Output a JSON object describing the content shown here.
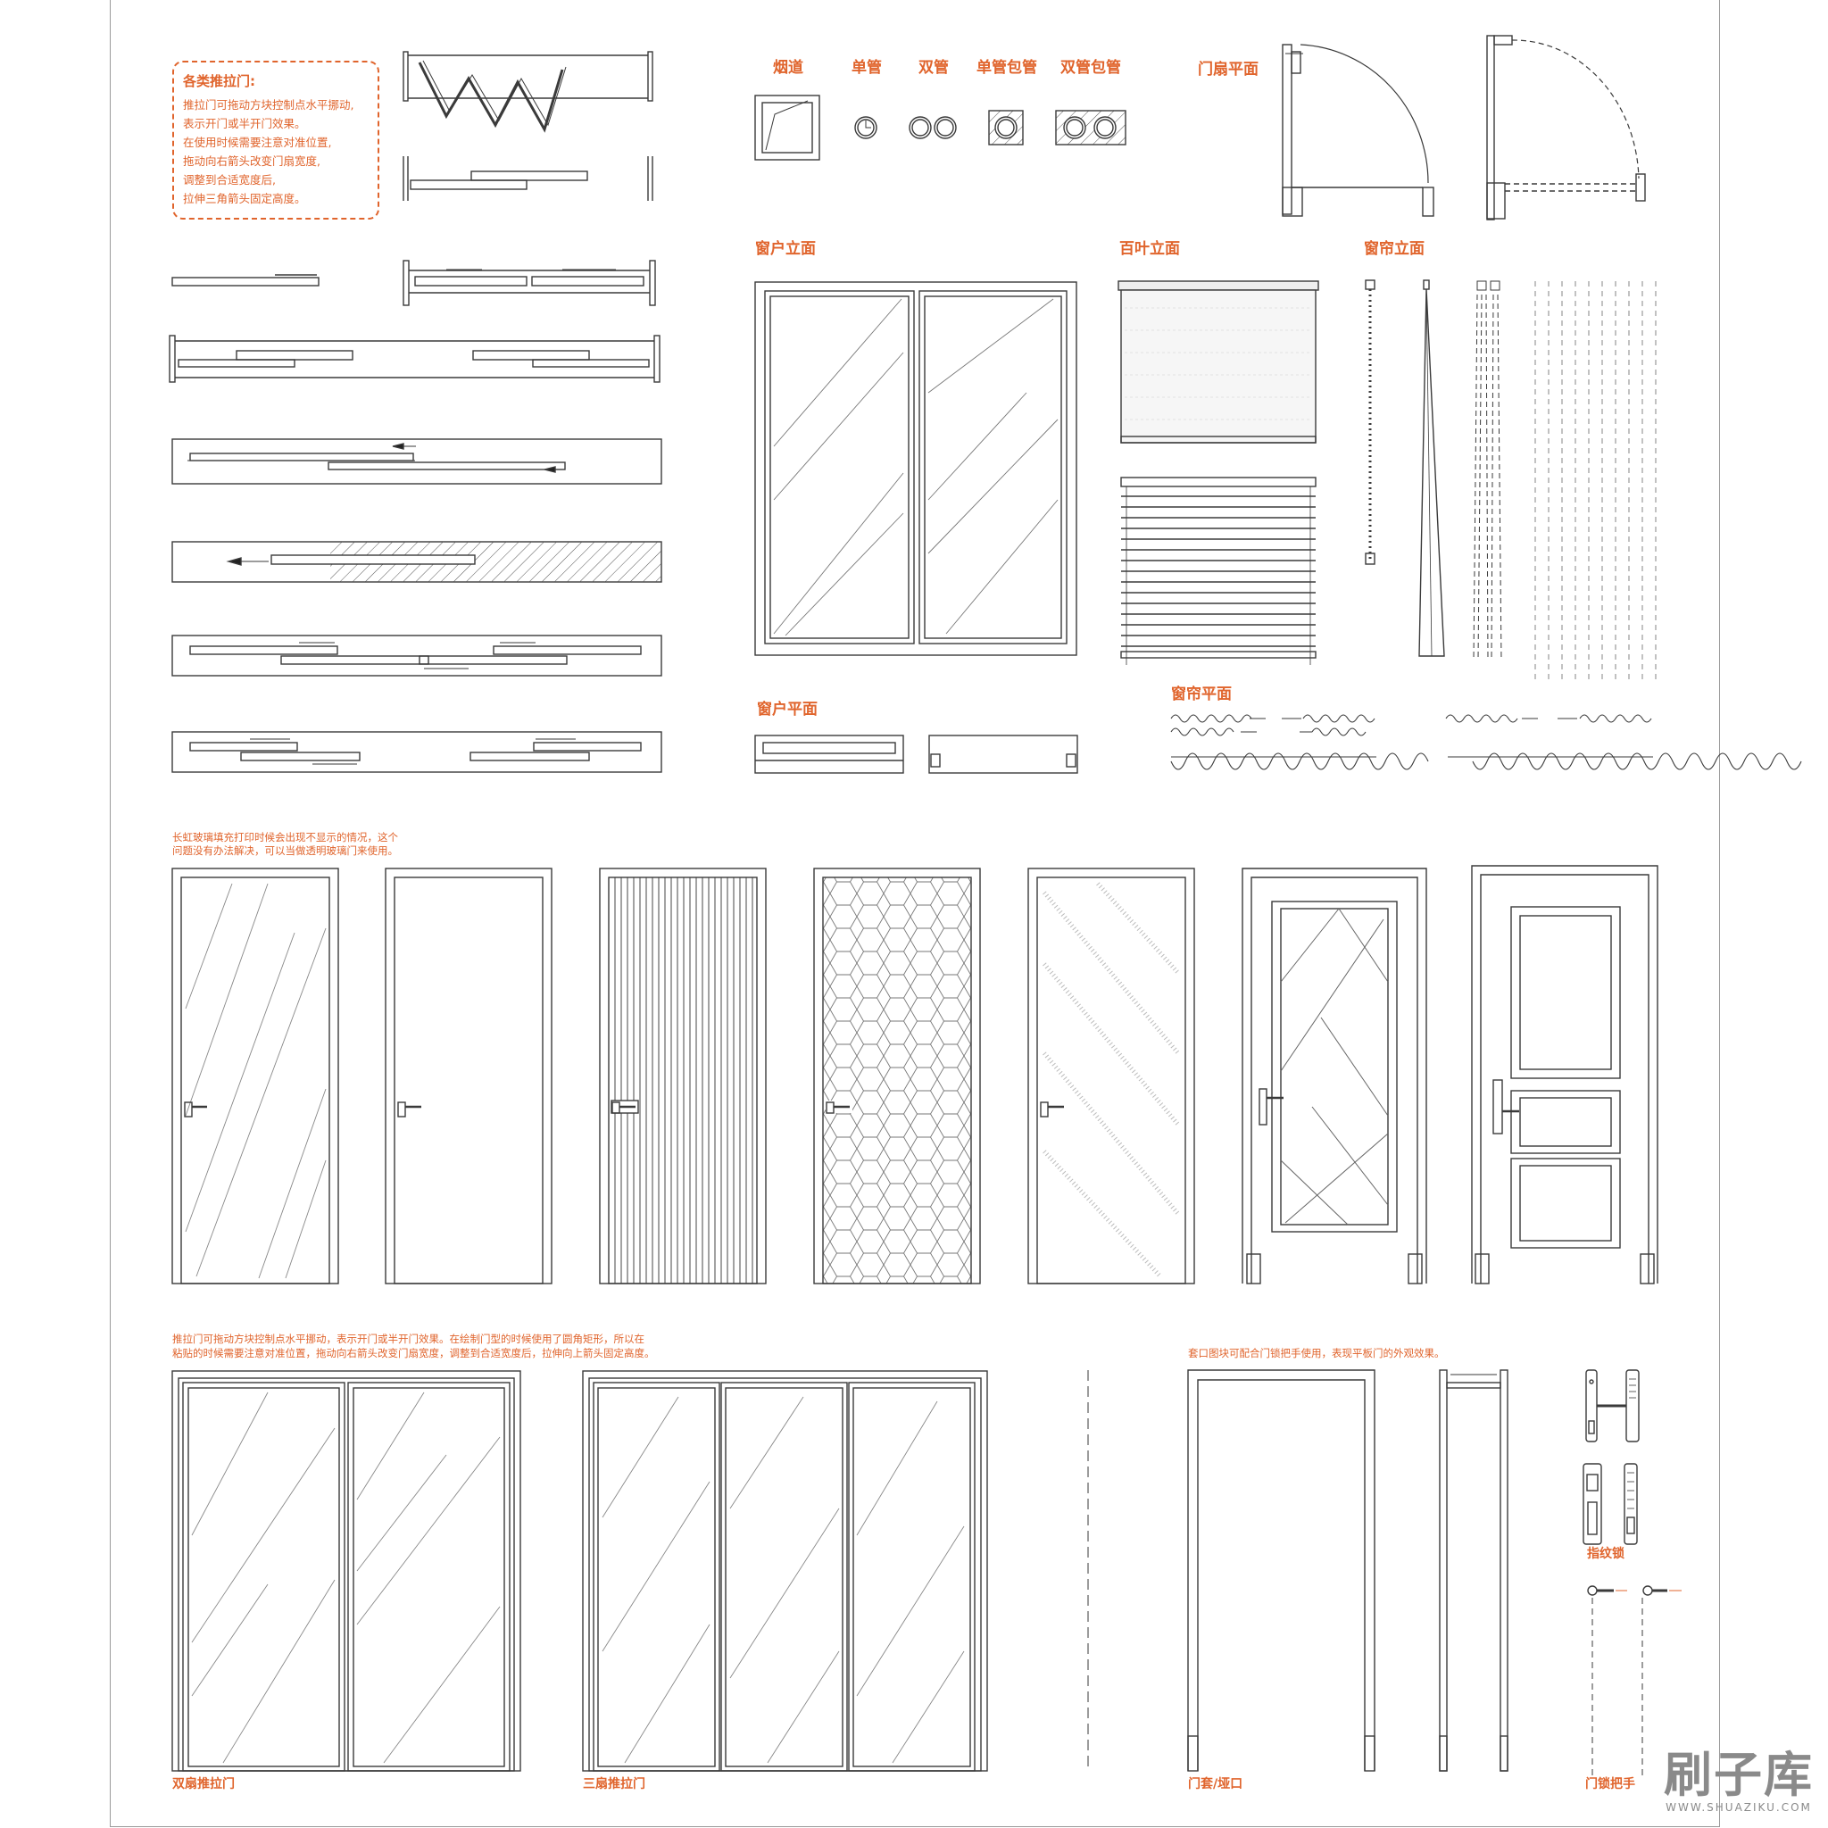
{
  "note_box": {
    "title": "各类推拉门:",
    "lines": [
      "推拉门可拖动方块控制点水平挪动,",
      "表示开门或半开门效果。",
      "在使用时候需要注意对准位置,",
      "拖动向右箭头改变门扇宽度,",
      "调整到合适宽度后,",
      "拉伸三角箭头固定高度。"
    ]
  },
  "labels": {
    "flue": "烟道",
    "single_pipe": "单管",
    "double_pipe": "双管",
    "single_pipe_wrap": "单管包管",
    "double_pipe_wrap": "双管包管",
    "door_leaf_plan": "门扇平面",
    "window_elevation": "窗户立面",
    "blind_elevation": "百叶立面",
    "curtain_elevation": "窗帘立面",
    "window_plan": "窗户平面",
    "curtain_plan": "窗帘平面",
    "fingerprint_lock": "指纹锁",
    "double_sliding_door": "双扇推拉门",
    "triple_sliding_door": "三扇推拉门",
    "door_frame": "门套/垭口",
    "door_handle": "门锁把手"
  },
  "notes": {
    "glass_line1": "长虹玻璃填充打印时候会出现不显示的情况，这个",
    "glass_line2": "问题没有办法解决，可以当做透明玻璃门来使用。",
    "sliding_line1": "推拉门可拖动方块控制点水平挪动，表示开门或半开门效果。在绘制门型的时候使用了圆角矩形，所以在",
    "sliding_line2": "粘贴的时候需要注意对准位置，拖动向右箭头改变门扇宽度，调整到合适宽度后，拉伸向上箭头固定高度。",
    "frame_note": "套口图块可配合门锁把手使用，表现平板门的外观效果。"
  },
  "watermark": {
    "brand": "刷子库",
    "url": "WWW.SHUAZIKU.COM"
  },
  "colors": {
    "accent": "#e0642c",
    "line": "#3a3a3a"
  }
}
